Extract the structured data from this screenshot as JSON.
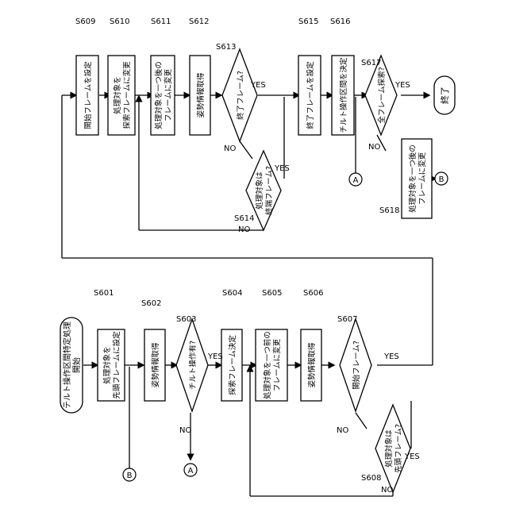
{
  "terminals": {
    "start": "テルト操作区間特定処理\n開始",
    "end": "終了"
  },
  "steps": {
    "s601": {
      "id": "S601",
      "text": [
        "処理対象を",
        "先頭フレームに設定"
      ]
    },
    "s602": {
      "id": "S602",
      "text": [
        "姿勢情報取得"
      ]
    },
    "s603": {
      "id": "S603",
      "text": [
        "チルト操作有?"
      ]
    },
    "s604": {
      "id": "S604",
      "text": [
        "探索フレーム決定"
      ]
    },
    "s605": {
      "id": "S605",
      "text": [
        "処理対象を一つ前の",
        "フレームに変更"
      ]
    },
    "s606": {
      "id": "S606",
      "text": [
        "姿勢情報取得"
      ]
    },
    "s607": {
      "id": "S607",
      "text": [
        "開始フレーム?"
      ]
    },
    "s608": {
      "id": "S608",
      "text": [
        "処理対象は",
        "先頭フレーム?"
      ]
    },
    "s609": {
      "id": "S609",
      "text": [
        "開始フレームを設定"
      ]
    },
    "s610": {
      "id": "S610",
      "text": [
        "処理対象を",
        "探索フレームに変更"
      ]
    },
    "s611": {
      "id": "S611",
      "text": [
        "処理対象を一つ後の",
        "フレームに変更"
      ]
    },
    "s612": {
      "id": "S612",
      "text": [
        "姿勢情報取得"
      ]
    },
    "s613": {
      "id": "S613",
      "text": [
        "終了フレーム?"
      ]
    },
    "s614": {
      "id": "S614",
      "text": [
        "処理対象は",
        "終端フレーム?"
      ]
    },
    "s615": {
      "id": "S615",
      "text": [
        "終了フレームを設定"
      ]
    },
    "s616": {
      "id": "S616",
      "text": [
        "チルト操作区間を決定"
      ]
    },
    "s617": {
      "id": "S617",
      "text": [
        "全フレーム探索?"
      ]
    },
    "s618": {
      "id": "S618",
      "text": [
        "処理対象を一つ後の",
        "フレームに変更"
      ]
    }
  },
  "labels": {
    "yes": "YES",
    "no": "NO"
  },
  "connectors": {
    "a": "A",
    "b": "B"
  }
}
